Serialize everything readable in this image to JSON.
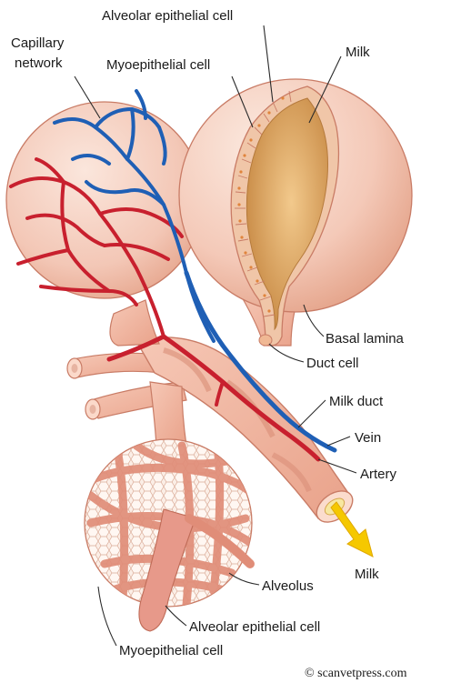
{
  "labels": {
    "alveolar_epithelial_cell_top": "Alveolar epithelial cell",
    "capillary_network": [
      "Capillary",
      "network"
    ],
    "myoepithelial_cell_top": "Myoepithelial cell",
    "milk_top": "Milk",
    "basal_lamina": "Basal lamina",
    "duct_cell": "Duct cell",
    "milk_duct": "Milk duct",
    "vein": "Vein",
    "artery": "Artery",
    "milk_bottom": "Milk",
    "alveolus": "Alveolus",
    "alveolar_epithelial_cell_bottom": "Alveolar epithelial cell",
    "myoepithelial_cell_bottom": "Myoepithelial cell"
  },
  "credit": "© scanvetpress.com",
  "colors": {
    "vein": "#1f5fb5",
    "artery": "#c8202e",
    "tissue": "#f2b49c",
    "milk_arrow": "#f5c800",
    "lumen": "#d9a35a"
  }
}
